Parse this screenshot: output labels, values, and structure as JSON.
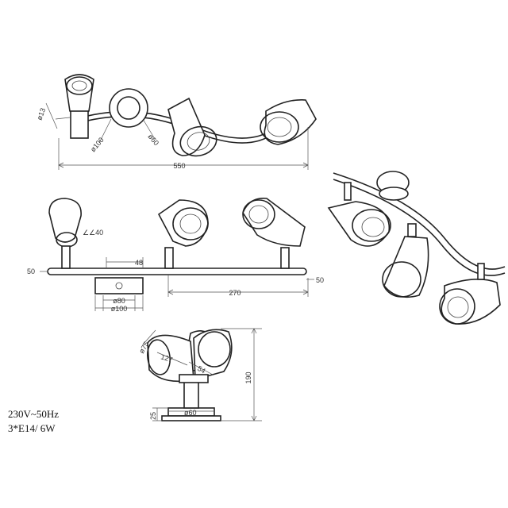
{
  "dimensions": {
    "shade_dia_13": "ø13",
    "base_dia_100": "ø100",
    "base_dia_60": "ø60",
    "overall_length": "550",
    "tilt_angle": "∠∠40",
    "rod_offset_left": "50",
    "arm_spacing": "48",
    "bracket_span": "270",
    "rod_offset_right": "50",
    "plate_inner": "ø80",
    "plate_outer": "ø100",
    "shade_dia_75": "ø75",
    "shade_len_127": "127",
    "shade_dim_54": "54",
    "total_height": "190",
    "base_height": "25",
    "canopy_dia": "ø60"
  },
  "specs": {
    "voltage": "230V~50Hz",
    "bulbs": "3*E14/ 6W"
  }
}
